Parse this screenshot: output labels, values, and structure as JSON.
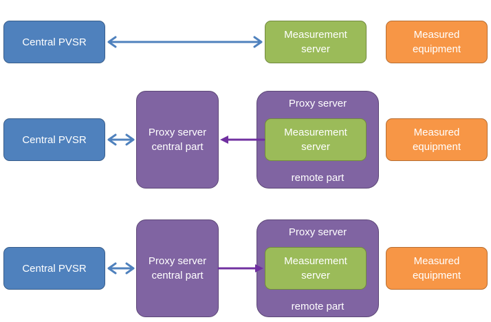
{
  "diagram": {
    "rows": [
      {
        "central": "Central PVSR",
        "measurement_server": "Measurement\nserver",
        "equipment": "Measured\nequipment"
      },
      {
        "central": "Central PVSR",
        "proxy_central": "Proxy server\ncentral part",
        "proxy_title": "Proxy server",
        "measurement_server": "Measurement\nserver",
        "remote_label": "remote part",
        "equipment": "Measured\nequipment"
      },
      {
        "central": "Central PVSR",
        "proxy_central": "Proxy server\ncentral part",
        "proxy_title": "Proxy server",
        "measurement_server": "Measurement\nserver",
        "remote_label": "remote part",
        "equipment": "Measured\nequipment"
      }
    ],
    "colors": {
      "blue": "#4f81bd",
      "green": "#9bbb59",
      "orange": "#f79646",
      "purple": "#8064a2",
      "arrow_blue": "#4f81bd",
      "arrow_purple": "#7030a0"
    }
  }
}
